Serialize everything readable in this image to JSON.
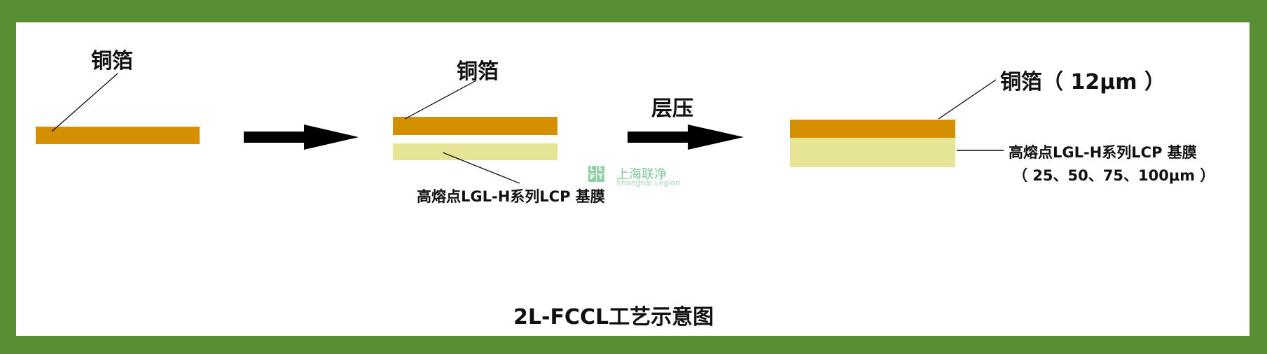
{
  "step1": {
    "copper_label": "铜箔"
  },
  "step2": {
    "copper_label": "铜箔",
    "film_label": "高熔点LGL-H系列LCP 基膜"
  },
  "process": {
    "label": "层压"
  },
  "step3": {
    "copper_label": "铜箔（ 12μm ）",
    "film_label": "高熔点LGL-H系列LCP 基膜",
    "film_thickness": "（ 25、50、75、100μm ）"
  },
  "watermark": {
    "letters": [
      "L",
      "E",
      "P",
      "T"
    ],
    "cn": "上海联净",
    "en": "Shanghai Legion"
  },
  "title": "2L-FCCL工艺示意图",
  "colors": {
    "border": "#5a8e32",
    "copper": "#d49000",
    "film": "#e6e495",
    "arrow": "#000000"
  }
}
